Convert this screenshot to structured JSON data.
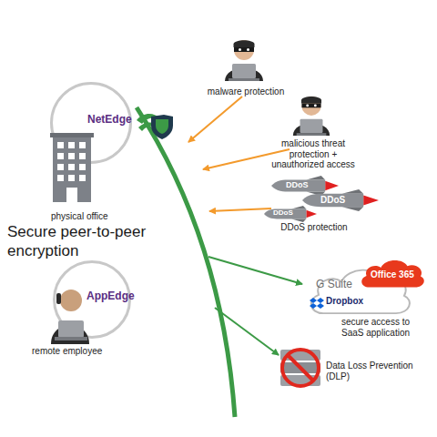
{
  "diagram": {
    "nodes": [
      {
        "text": [
          "NetEdge",
          "physical office"
        ]
      },
      {
        "text": [
          "AppEdge",
          "remote employee"
        ]
      },
      {
        "text": [
          "G Suite",
          "Dropbox",
          "secure access to SaaS application"
        ]
      },
      {
        "text": [
          "Office 365"
        ],
        "in": 2
      },
      {
        "text": [
          "DDoS"
        ]
      },
      {
        "text": [
          "DDoS"
        ]
      },
      {
        "text": [
          "DDoS"
        ]
      }
    ],
    "labels": [
      "malware protection",
      "malicious threat protection + unauthorized access",
      "DDoS protection",
      "Data Loss Prevention (DLP)",
      "Secure peer-to-peer encryption"
    ]
  }
}
